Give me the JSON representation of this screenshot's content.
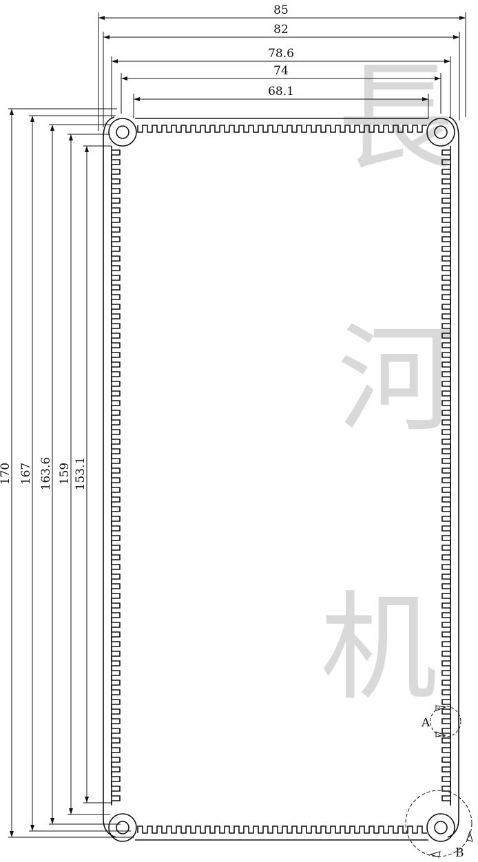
{
  "drawing": {
    "horizontal_dimensions": [
      "85",
      "82",
      "78.6",
      "74",
      "68.1"
    ],
    "vertical_dimensions": [
      "170",
      "167",
      "163.6",
      "159",
      "153.1"
    ],
    "detail_labels": {
      "a": "A",
      "b": "B"
    },
    "watermark": [
      "長",
      "河",
      "机"
    ]
  }
}
